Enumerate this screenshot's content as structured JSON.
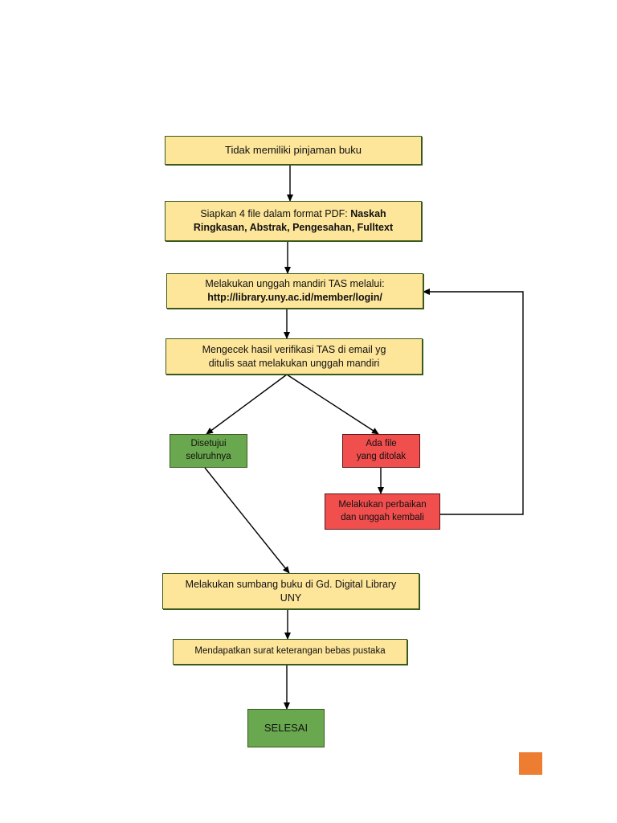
{
  "steps": {
    "s1": {
      "text": "Tidak memiliki pinjaman buku"
    },
    "s2": {
      "line1_prefix": "Siapkan 4 file dalam format PDF: ",
      "line1_bold": "Naskah",
      "line2_bold": "Ringkasan, Abstrak, Pengesahan, Fulltext"
    },
    "s3": {
      "line1": "Melakukan unggah mandiri TAS melalui:",
      "line2": "http://library.uny.ac.id/member/login/"
    },
    "s4": {
      "line1": "Mengecek hasil verifikasi TAS di email yg",
      "line2": "ditulis saat melakukan unggah mandiri"
    },
    "approved": {
      "line1": "Disetujui",
      "line2": "seluruhnya"
    },
    "rejected": {
      "line1": "Ada file",
      "line2": "yang ditolak"
    },
    "fix": {
      "line1": "Melakukan perbaikan",
      "line2": "dan unggah kembali"
    },
    "s5": {
      "line1": "Melakukan sumbang buku di Gd. Digital Library",
      "line2": "UNY"
    },
    "s6": {
      "text": "Mendapatkan surat keterangan bebas pustaka"
    },
    "end": {
      "text": "SELESAI"
    }
  },
  "colors": {
    "step_fill": "#fde59a",
    "approved_fill": "#6aa84f",
    "rejected_fill": "#f14e4e",
    "accent_square": "#ed7d31"
  }
}
